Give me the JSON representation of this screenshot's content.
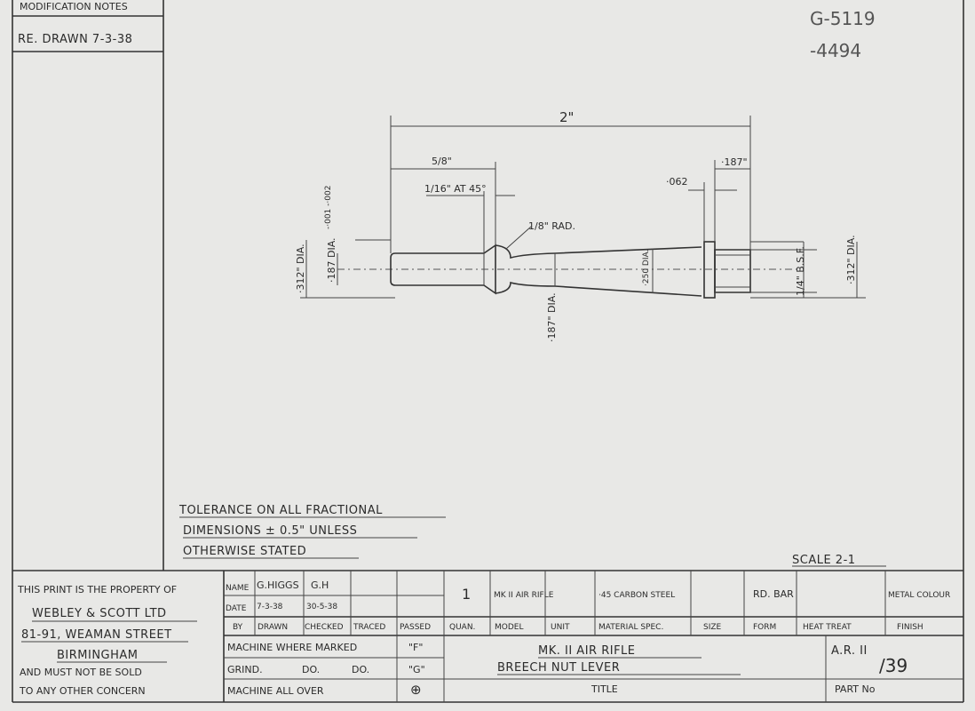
{
  "modification": {
    "header": "MODIFICATION NOTES",
    "note": "RE. DRAWN 7-3-38"
  },
  "drawing_numbers": [
    "G-5119",
    "-4494"
  ],
  "dims": {
    "overall": "2\"",
    "five_eighths": "5/8\"",
    "chamfer": "1/16\" AT 45°",
    "radius": "1/8\" RAD.",
    "d062": "·062",
    "d187top": "·187\"",
    "dia312_left": "·312\" DIA.",
    "dia187_left": "·187 DIA.",
    "tol_left": "-·001 -·002",
    "dia187_bottom": "·187\" DIA.",
    "dia250": "·250 DIA.",
    "thread": "1/4\" B.S.F.",
    "dia312_right": "·312\" DIA."
  },
  "tolerance_note": [
    "TOLERANCE ON ALL FRACTIONAL",
    "DIMENSIONS ± 0.5\" UNLESS",
    "OTHERWISE STATED"
  ],
  "scale": "SCALE 2-1",
  "title_block": {
    "property_lines": [
      "THIS PRINT IS THE PROPERTY OF",
      "WEBLEY & SCOTT LTD",
      "81-91, WEAMAN STREET",
      "BIRMINGHAM",
      "AND MUST NOT BE SOLD",
      "TO ANY OTHER CONCERN"
    ],
    "name_label": "NAME",
    "name_drawn": "G.HIGGS",
    "name_checked": "G.H",
    "date_label": "DATE",
    "date_drawn": "7-3-38",
    "date_checked": "30-5-38",
    "row_labels": [
      "BY",
      "DRAWN",
      "CHECKED",
      "TRACED",
      "PASSED",
      "QUAN.",
      "MODEL",
      "UNIT",
      "MATERIAL SPEC.",
      "SIZE",
      "FORM",
      "HEAT TREAT",
      "FINISH"
    ],
    "quan": "1",
    "model": "MK II AIR RIFLE",
    "material": "·45 CARBON STEEL",
    "form": "RD. BAR",
    "finish": "METAL COLOUR",
    "machine_marked": "MACHINE WHERE MARKED",
    "mark_f": "\"F\"",
    "grind": "GRIND.",
    "do1": "DO.",
    "do2": "DO.",
    "mark_g": "\"G\"",
    "machine_all": "MACHINE ALL OVER",
    "mark_all": "⊕",
    "title_line1": "MK. II AIR RIFLE",
    "title_line2": "BREECH NUT LEVER",
    "title_label": "TITLE",
    "part_no_top": "A.R. II",
    "part_no_bottom": "/39",
    "part_no_label": "PART No"
  }
}
